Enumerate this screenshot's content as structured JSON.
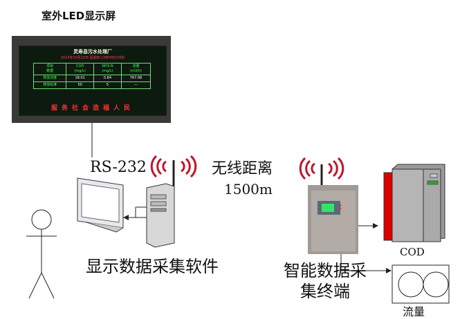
{
  "led_display_title": "室外LED显示屏",
  "led_screen": {
    "title": "灵寿县污水处理厂",
    "datetime": "2014年10月23日 星期四 10时48分16秒",
    "corner_top": "项目",
    "corner_bottom": "数据",
    "columns": [
      {
        "name": "COD",
        "unit": "(mg/L)"
      },
      {
        "name": "NH3-N",
        "unit": "(mg/L)"
      },
      {
        "name": "流量",
        "unit": "(m3/h)"
      }
    ],
    "rows": [
      {
        "label": "排放浓度",
        "values": [
          "18.01",
          "0.84",
          "767.08"
        ]
      },
      {
        "label": "排放标准",
        "values": [
          "50",
          "5",
          "---"
        ]
      }
    ],
    "slogan": "服务社会造福人民"
  },
  "labels": {
    "rs232": "RS-232",
    "wireless": "无线距离",
    "distance": "1500m",
    "software": "显示数据采集软件",
    "terminal_line1": "智能数据采",
    "terminal_line2": "集终端",
    "cod": "COD",
    "flow": "流量"
  },
  "colors": {
    "signal": "#c0142a",
    "led_red": "#ff3030",
    "led_green": "#3f3"
  }
}
